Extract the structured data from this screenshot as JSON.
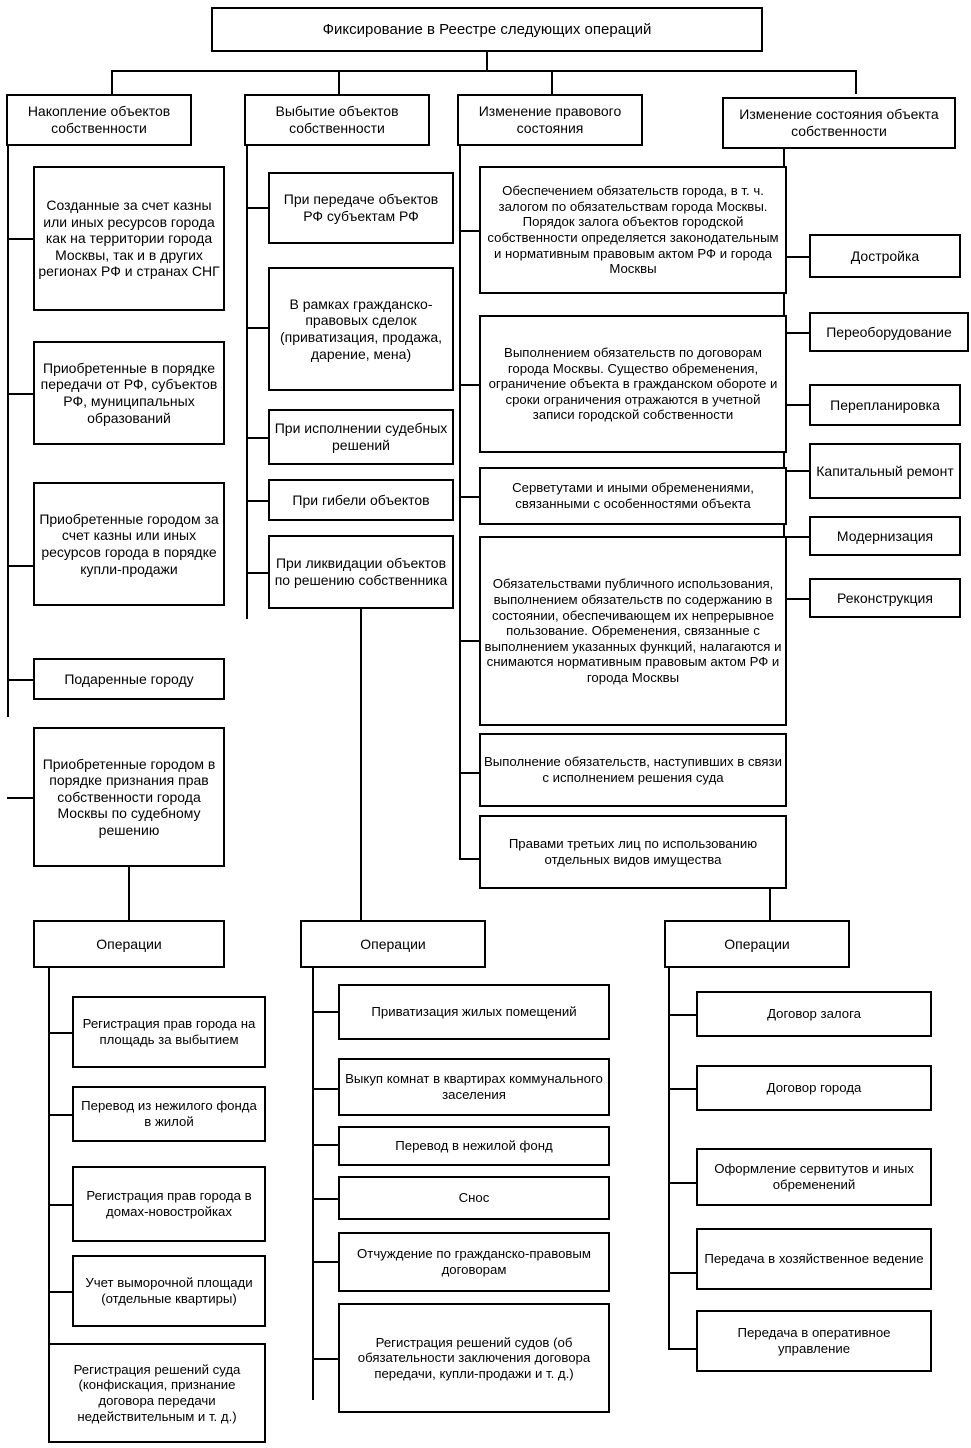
{
  "diagram": {
    "title": "Фиксирование в Реестре следующих операций",
    "type": "hierarchical-flowchart",
    "root": {
      "label": "Фиксирование в Реестре следующих операций"
    },
    "branches": [
      {
        "id": "accumulation",
        "label": "Накопление объектов собственности",
        "items": [
          "Созданные за счет казны или иных ресурсов города как на территории города Москвы, так и в других регионах РФ и странах  СНГ",
          "Приобретенные в порядке передачи от РФ, субъектов РФ, муниципальных образований",
          "Приобретенные городом за счет казны или иных ресурсов города в порядке купли-продажи",
          "Подаренные городу",
          "Приобретенные городом в порядке признания прав собственности города Москвы по судебному решению"
        ],
        "operations": {
          "label": "Операции",
          "items": [
            "Регистрация прав города на площадь за выбытием",
            "Перевод из нежилого фонда в жилой",
            "Регистрация прав города в домах-новостройках",
            "Учет выморочной площади (отдельные квартиры)",
            "Регистрация решений суда (конфискация, признание договора передачи недействительным и т. д.)"
          ]
        }
      },
      {
        "id": "disposal",
        "label": "Выбытие объектов собственности",
        "items": [
          "При передаче объектов РФ субъектам РФ",
          "В рамках гражданско-правовых сделок (приватизация, продажа, дарение, мена)",
          "При исполнении судебных решений",
          "При гибели объектов",
          "При ликвидации объектов по решению собственника"
        ],
        "operations": {
          "label": "Операции",
          "items": [
            "Приватизация жилых помещений",
            "Выкуп комнат в квартирах коммунального заселения",
            "Перевод в нежилой фонд",
            "Снос",
            "Отчуждение по гражданско-правовым договорам",
            "Регистрация решений судов (об обязательности заключения договора передачи, купли-продажи и т. д.)"
          ]
        }
      },
      {
        "id": "legal-status-change",
        "label": "Изменение правового состояния",
        "items": [
          "Обеспечением обязательств города, в т. ч. залогом по обязательствам города Москвы. Порядок залога объектов городской собственности определяется законодательным и нормативным правовым актом РФ и города Москвы",
          "Выполнением обязательств по договорам города Москвы. Существо обременения, ограничение объекта в гражданском обороте и сроки ограничения отражаются в учетной записи городской собственности",
          "Серветутами и иными обременениями, связанными с особенностями объекта",
          "Обязательствами публичного использования, выполнением обязательств по содержанию в состоянии, обеспечивающем их непрерывное пользование. Обременения, связанные с выполнением указанных функций, налагаются и снимаются нормативным правовым актом РФ и города Москвы",
          "Выполнение обязательств, наступивших в связи с исполнением решения суда",
          "Правами третьих лиц по использованию отдельных видов имущества"
        ],
        "operations": {
          "label": "Операции",
          "items": [
            "Договор залога",
            "Договор города",
            "Оформление сервитутов и иных обременений",
            "Передача в хозяйственное ведение",
            "Передача в оперативное управление"
          ]
        }
      },
      {
        "id": "object-state-change",
        "label": "Изменение состояния объекта собственности",
        "items": [
          "Достройка",
          "Переоборудование",
          "Перепланировка",
          "Капитальный ремонт",
          "Модернизация",
          "Реконструкция"
        ]
      }
    ]
  }
}
